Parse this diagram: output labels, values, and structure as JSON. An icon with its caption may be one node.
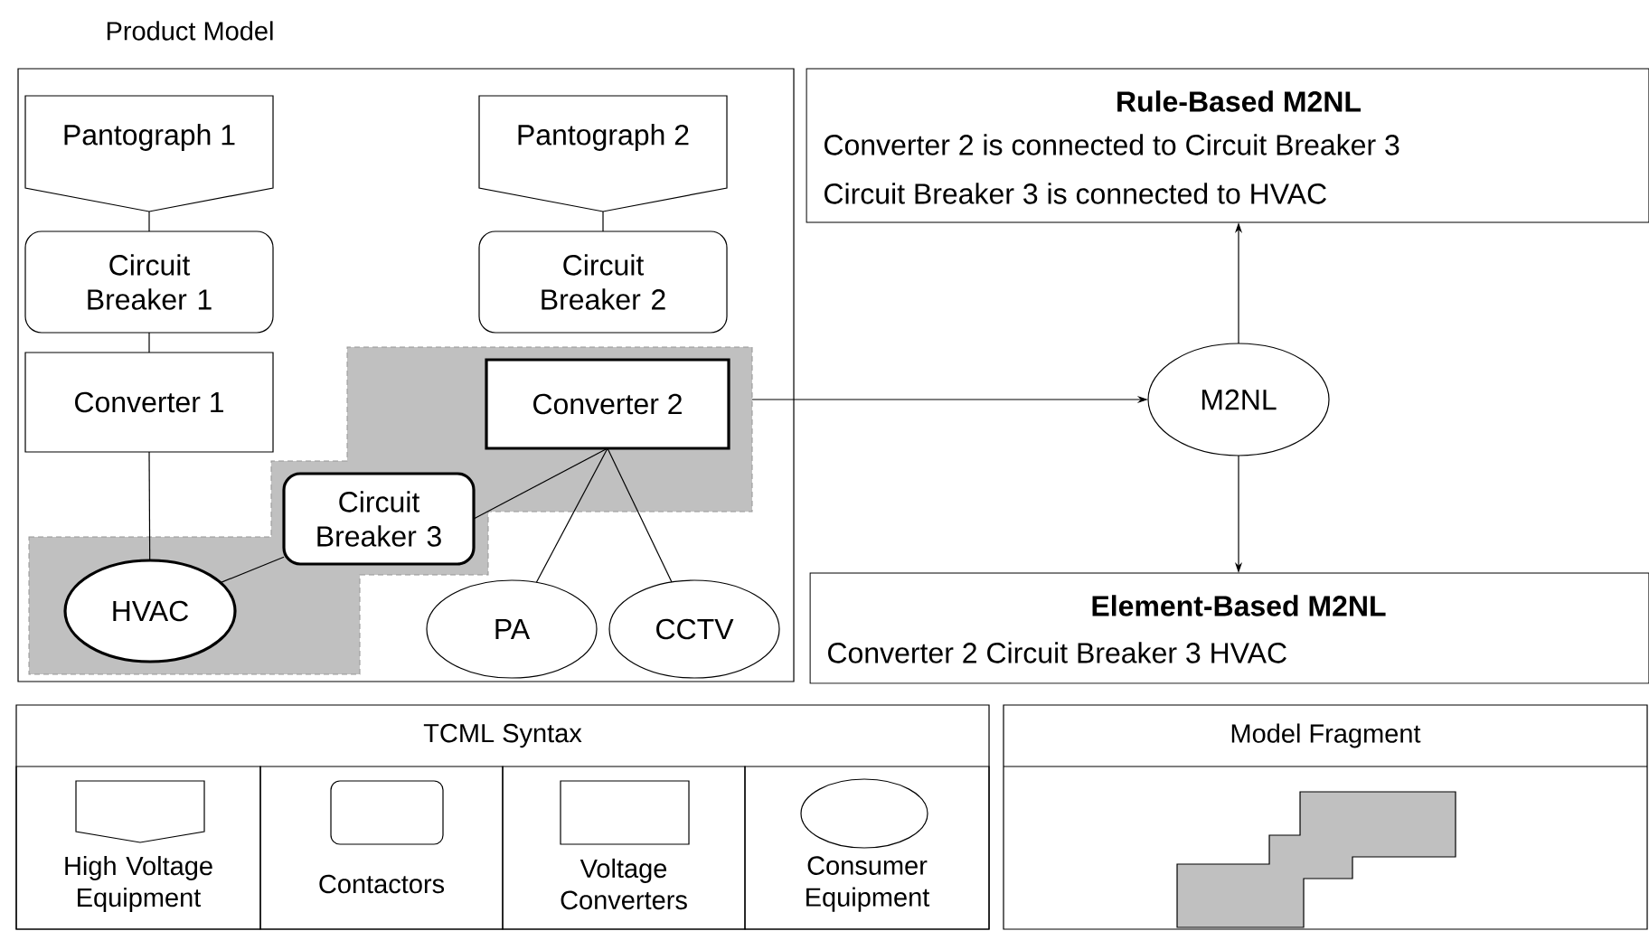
{
  "diagram": {
    "nodes": [
      {
        "text": [
          "Product Model"
        ]
      },
      {
        "text": [],
        "shape": "polygon",
        "in": 0
      },
      {
        "text": [
          "Pantograph 1"
        ],
        "in": 0
      },
      {
        "text": [
          "Pantograph 2"
        ],
        "in": 0
      },
      {
        "text": [
          "Circuit Breaker 1"
        ],
        "in": 0
      },
      {
        "text": [
          "Circuit Breaker 2"
        ],
        "in": 0
      },
      {
        "text": [
          "Converter 1"
        ],
        "in": 0
      },
      {
        "text": [
          "Converter 2"
        ],
        "in": 1
      },
      {
        "text": [
          "Circuit Breaker 3"
        ],
        "in": 1
      },
      {
        "text": [
          "HVAC"
        ],
        "in": 1
      },
      {
        "text": [
          "PA"
        ],
        "in": 0
      },
      {
        "text": [
          "CCTV"
        ],
        "in": 0
      },
      {
        "text": [
          "Rule-Based M2NL",
          "Converter 2 is connected to Circuit Breaker 3",
          "Circuit Breaker 3 is connected to HVAC"
        ]
      },
      {
        "text": [
          "M2NL"
        ]
      },
      {
        "text": [
          "Element-Based M2NL",
          "Converter 2 Circuit Breaker 3 HVAC"
        ]
      },
      {
        "text": [
          "TCML Syntax"
        ]
      },
      {
        "text": [
          "High Voltage Equipment"
        ],
        "in": 15
      },
      {
        "text": [
          "Contactors"
        ],
        "in": 15
      },
      {
        "text": [
          "Voltage Converters"
        ],
        "in": 15
      },
      {
        "text": [
          "Consumer Equipment"
        ],
        "in": 15
      },
      {
        "text": [
          "Model Fragment"
        ]
      }
    ],
    "edges": [
      {
        "from": 2,
        "to": 4,
        "arrow": "none"
      },
      {
        "from": 4,
        "to": 6,
        "arrow": "none"
      },
      {
        "from": 6,
        "to": 9,
        "arrow": "none"
      },
      {
        "from": 3,
        "to": 5,
        "arrow": "none"
      },
      {
        "from": 7,
        "to": 8,
        "arrow": "none"
      },
      {
        "from": 8,
        "to": 9,
        "arrow": "none"
      },
      {
        "from": 7,
        "to": 10,
        "arrow": "none"
      },
      {
        "from": 7,
        "to": 11,
        "arrow": "none"
      },
      {
        "from": 1,
        "to": 13,
        "arrow": "to"
      },
      {
        "from": 13,
        "to": 12,
        "arrow": "to"
      },
      {
        "from": 13,
        "to": 14,
        "arrow": "to"
      }
    ]
  }
}
